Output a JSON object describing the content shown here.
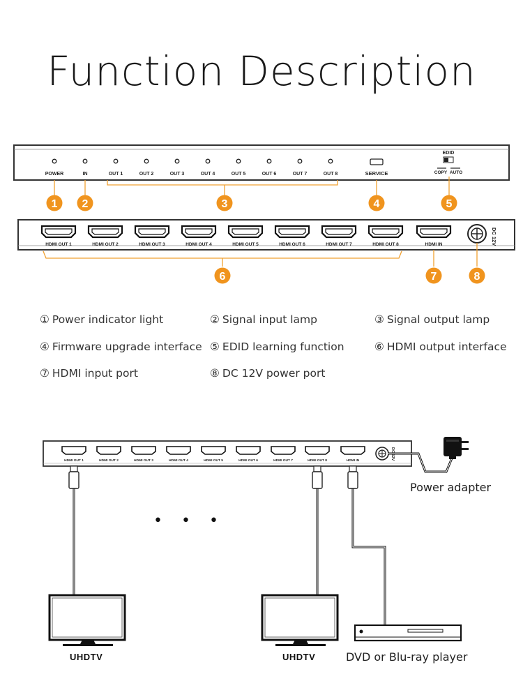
{
  "title": "Function Description",
  "front_panel": {
    "leds": [
      "POWER",
      "IN",
      "OUT 1",
      "OUT 2",
      "OUT 3",
      "OUT 4",
      "OUT 5",
      "OUT 6",
      "OUT 7",
      "OUT 8"
    ],
    "service_label": "SERVICE",
    "edid_label": "EDID",
    "copy_label": "COPY",
    "auto_label": "AUTO"
  },
  "rear_panel": {
    "ports": [
      "HDMI OUT 1",
      "HDMI OUT 2",
      "HDMI OUT 3",
      "HDMI OUT 4",
      "HDMI OUT 5",
      "HDMI OUT 6",
      "HDMI OUT 7",
      "HDMI OUT 8",
      "HDMI IN"
    ],
    "dc_label": "DC 12V"
  },
  "callouts": [
    "1",
    "2",
    "3",
    "4",
    "5",
    "6",
    "7",
    "8"
  ],
  "legend": [
    {
      "num": "①",
      "text": "Power indicator light"
    },
    {
      "num": "②",
      "text": "Signal input lamp"
    },
    {
      "num": "③",
      "text": "Signal output lamp"
    },
    {
      "num": "④",
      "text": "Firmware upgrade interface"
    },
    {
      "num": "⑤",
      "text": "EDID learning function"
    },
    {
      "num": "⑥",
      "text": "HDMI output interface"
    },
    {
      "num": "⑦",
      "text": "HDMI input port"
    },
    {
      "num": "⑧",
      "text": "DC 12V power port"
    }
  ],
  "connection": {
    "ellipsis": "• • •",
    "power_adapter": "Power adapter",
    "tv_label_left": "UHDTV",
    "tv_label_right": "UHDTV",
    "player_label": "DVD or Blu-ray player"
  },
  "colors": {
    "accent": "#f0941e",
    "line": "#f0a030",
    "panel": "#333333"
  }
}
